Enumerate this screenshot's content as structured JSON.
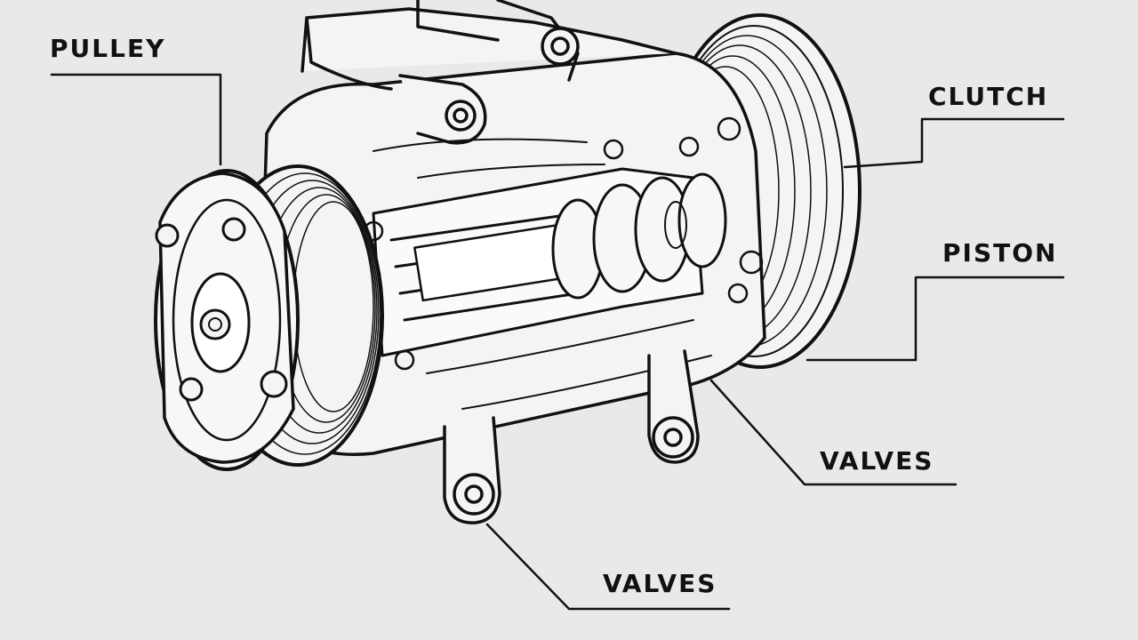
{
  "diagram": {
    "subject": "ac-compressor-cutaway",
    "labels": {
      "pulley": "PULLEY",
      "clutch": "CLUTCH",
      "piston": "PISTON",
      "valves_right": "VALVES",
      "valves_bottom": "VALVES"
    },
    "colors": {
      "background": "#e9e9e9",
      "line": "#111111",
      "fill": "#f4f4f4"
    }
  }
}
